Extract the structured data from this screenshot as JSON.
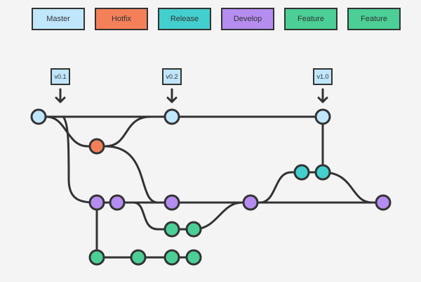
{
  "legend": [
    {
      "key": "master",
      "label": "Master",
      "color": "#bfe6fb"
    },
    {
      "key": "hotfix",
      "label": "Hotfix",
      "color": "#f4805a"
    },
    {
      "key": "release",
      "label": "Release",
      "color": "#43cfcd"
    },
    {
      "key": "develop",
      "label": "Develop",
      "color": "#b58cf0"
    },
    {
      "key": "feature",
      "label": "Feature",
      "color": "#4bcf96"
    },
    {
      "key": "feature2",
      "label": "Feature",
      "color": "#4bcf96"
    }
  ],
  "tags": [
    {
      "label": "v0.1"
    },
    {
      "label": "v0.2"
    },
    {
      "label": "v1.0"
    }
  ],
  "colors": {
    "line": "#333333",
    "background": "#f4f4f4",
    "master": "#bfe6fb",
    "hotfix": "#f4805a",
    "release": "#43cfcd",
    "develop": "#b58cf0",
    "feature": "#4bcf96"
  }
}
